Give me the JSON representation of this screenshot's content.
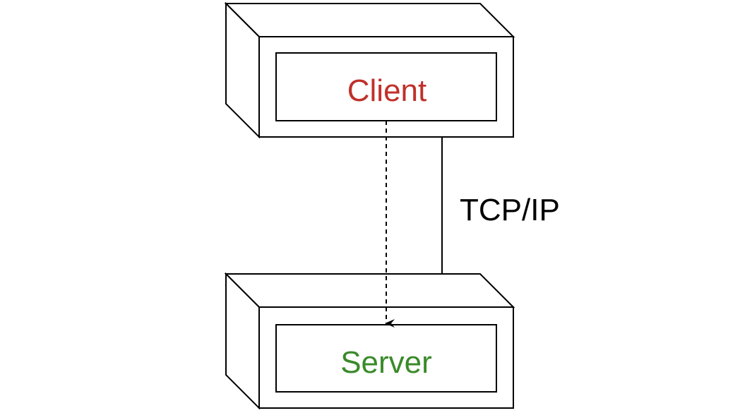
{
  "nodes": {
    "client": {
      "label": "Client",
      "label_color": "#c0302b"
    },
    "server": {
      "label": "Server",
      "label_color": "#3a8a2a"
    }
  },
  "connection": {
    "label": "TCP/IP"
  },
  "colors": {
    "stroke": "#000000",
    "fill": "#ffffff"
  }
}
